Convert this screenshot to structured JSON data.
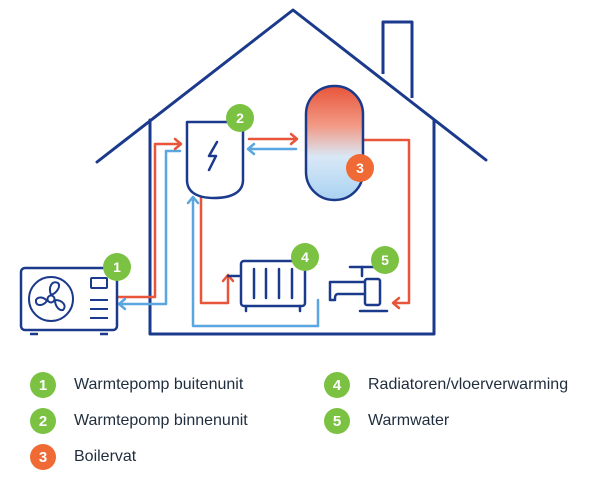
{
  "colors": {
    "outline": "#1b3a8c",
    "hot": "#e8553a",
    "cold": "#5aa6e0",
    "green": "#7cc242",
    "orange": "#f06a35"
  },
  "badges": {
    "b1": "1",
    "b2": "2",
    "b3": "3",
    "b4": "4",
    "b5": "5"
  },
  "legend": {
    "items": [
      {
        "number": "1",
        "label": "Warmtepomp buitenunit"
      },
      {
        "number": "2",
        "label": "Warmtepomp binnenunit"
      },
      {
        "number": "3",
        "label": "Boilervat"
      },
      {
        "number": "4",
        "label": "Radiatoren/vloerverwarming"
      },
      {
        "number": "5",
        "label": "Warmwater"
      }
    ]
  }
}
